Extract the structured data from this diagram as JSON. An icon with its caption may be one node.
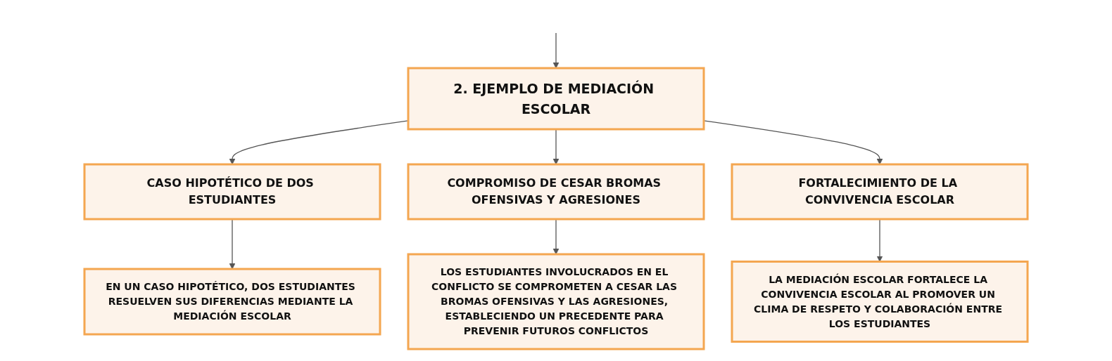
{
  "diagram": {
    "nodes": [
      {
        "text": [
          "2. EJEMPLO DE MEDIACIÓN ESCOLAR"
        ]
      },
      {
        "text": [
          "CASO HIPOTÉTICO DE DOS ESTUDIANTES"
        ]
      },
      {
        "text": [
          "COMPROMISO DE CESAR BROMAS OFENSIVAS Y AGRESIONES"
        ]
      },
      {
        "text": [
          "FORTALECIMIENTO DE LA CONVIVENCIA ESCOLAR"
        ]
      },
      {
        "text": [
          "EN UN CASO HIPOTÉTICO, DOS ESTUDIANTES RESUELVEN SUS DIFERENCIAS MEDIANTE LA MEDIACIÓN ESCOLAR"
        ]
      },
      {
        "text": [
          "LOS ESTUDIANTES INVOLUCRADOS EN EL CONFLICTO SE COMPROMETEN A CESAR LAS BROMAS OFENSIVAS Y LAS AGRESIONES, ESTABLECIENDO UN PRECEDENTE PARA PREVENIR FUTUROS CONFLICTOS"
        ]
      },
      {
        "text": [
          "LA MEDIACIÓN ESCOLAR FORTALECE LA CONVIVENCIA ESCOLAR AL PROMOVER UN CLIMA DE RESPETO Y COLABORACIÓN ENTRE LOS ESTUDIANTES"
        ]
      }
    ],
    "edges": [
      {
        "from": null,
        "to": 0,
        "arrow": "to"
      },
      {
        "from": 0,
        "to": 1,
        "arrow": "to"
      },
      {
        "from": 0,
        "to": 2,
        "arrow": "to"
      },
      {
        "from": 0,
        "to": 3,
        "arrow": "to"
      },
      {
        "from": 1,
        "to": 4,
        "arrow": "to"
      },
      {
        "from": 2,
        "to": 5,
        "arrow": "to"
      },
      {
        "from": 3,
        "to": 6,
        "arrow": "to"
      }
    ]
  }
}
